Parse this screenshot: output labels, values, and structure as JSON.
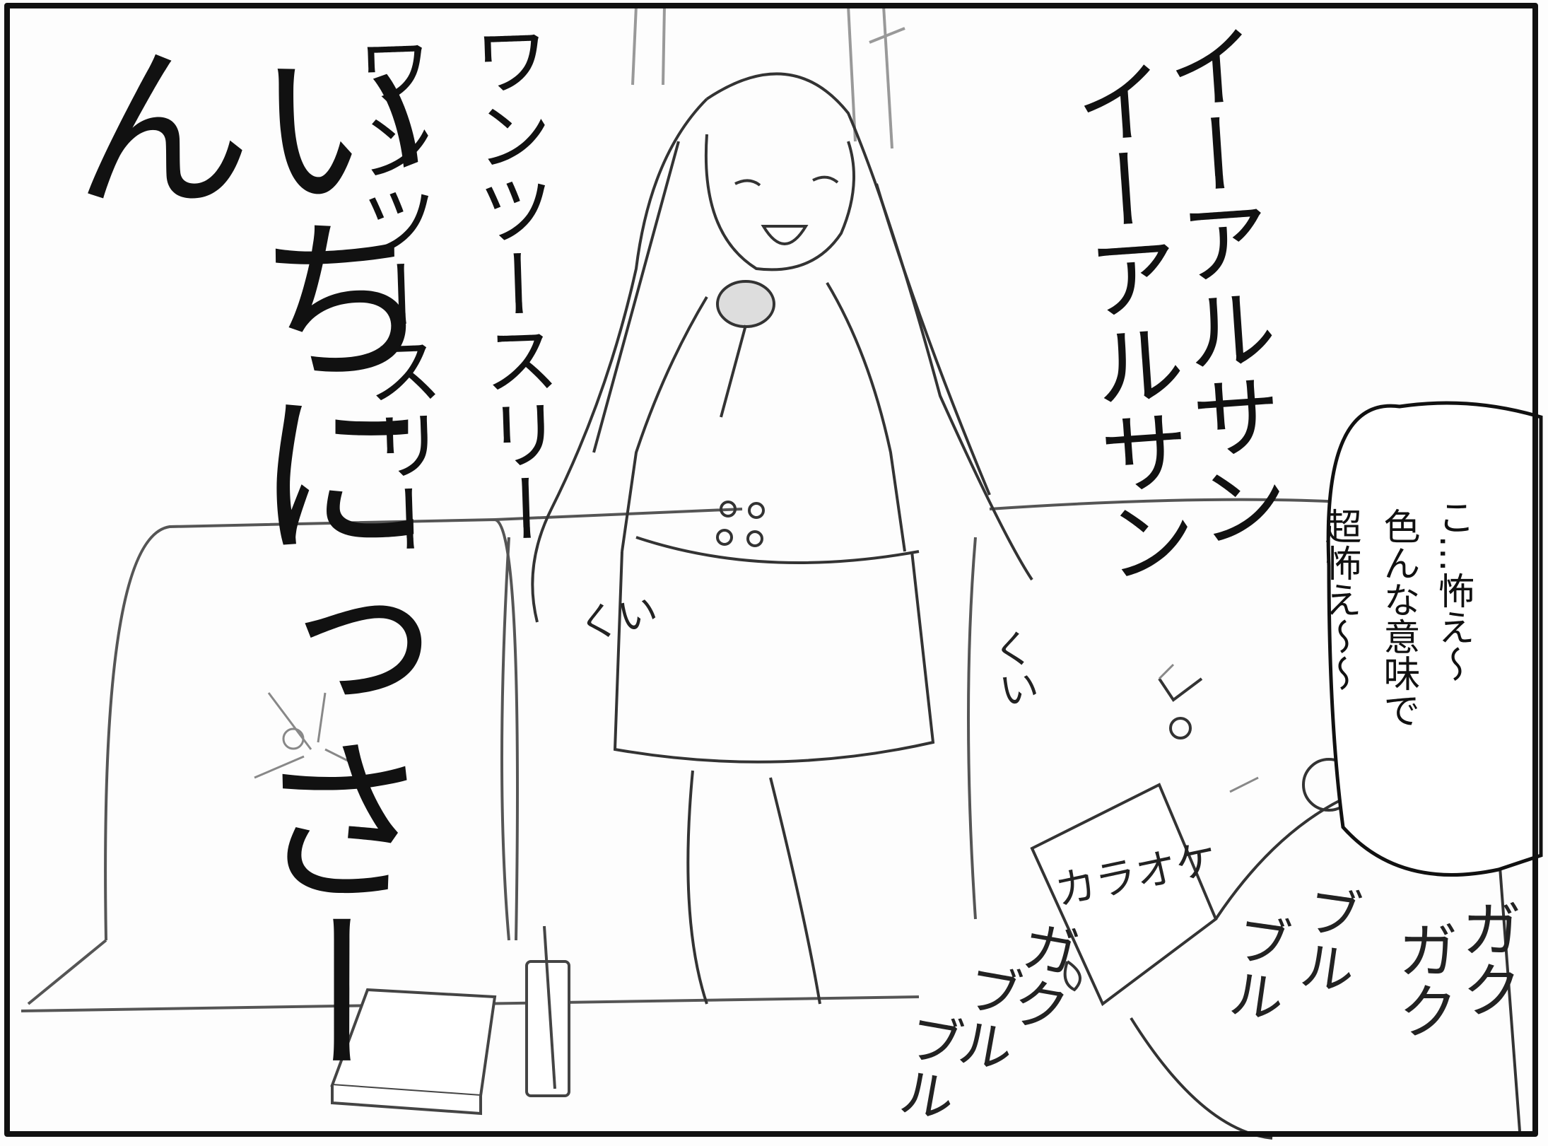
{
  "panel": {
    "chant_right_1": "イーアルサン",
    "chant_right_2": "イーアルサン",
    "chant_mid_1": "ワンツースリー",
    "chant_mid_2": "ワンツースリー",
    "big_call": "いちにっさーん",
    "sfx_kui_1": "くい",
    "sfx_kui_2": "くい",
    "sfx_gaku_1": "ガク",
    "sfx_gaku_2": "ガク",
    "sfx_gaku_3": "ガク",
    "sfx_buru_1": "ブル",
    "sfx_buru_2": "ブル",
    "sfx_buru_3": "ブル",
    "sfx_buru_4": "ブル",
    "book_title": "カラオケ"
  },
  "speech_bubble": {
    "lines": [
      "こ…怖え〜",
      "色んな意味で",
      "超怖え〜〜"
    ]
  },
  "colors": {
    "ink": "#111111",
    "paper": "#fdfdfd"
  }
}
